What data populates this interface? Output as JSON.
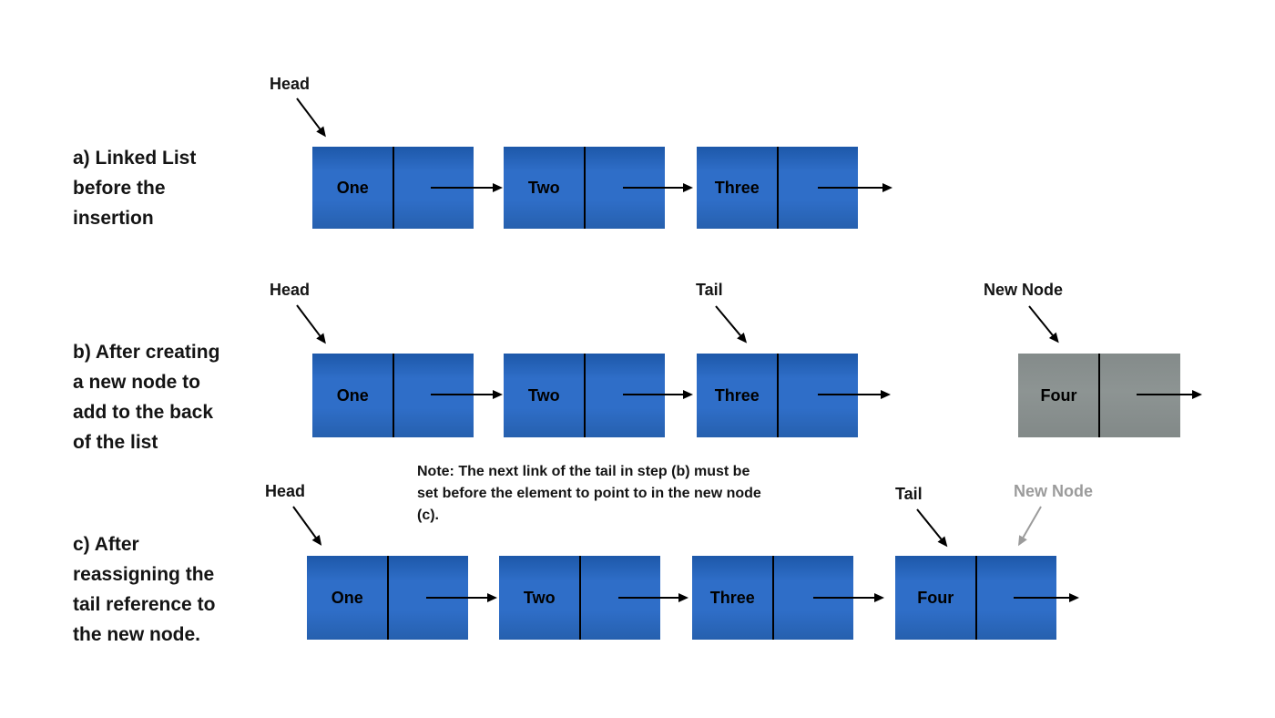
{
  "colors": {
    "node_blue_top": "#1d58a9",
    "node_blue_mid": "#2f6ec8",
    "node_blue_bottom": "#2660ae",
    "node_gray_top": "#848b8a",
    "node_gray_mid": "#8d9493",
    "gray_label": "#9b9b9b",
    "arrow": "#000000",
    "text": "#141414"
  },
  "steps": {
    "a": {
      "caption": "a) Linked List\nbefore the\ninsertion",
      "head_label": "Head",
      "nodes": [
        {
          "label": "One"
        },
        {
          "label": "Two"
        },
        {
          "label": "Three"
        }
      ]
    },
    "b": {
      "caption": "b) After creating\na new node to\nadd to the back\nof the list",
      "head_label": "Head",
      "tail_label": "Tail",
      "new_node_label": "New Node",
      "nodes": [
        {
          "label": "One"
        },
        {
          "label": "Two"
        },
        {
          "label": "Three"
        },
        {
          "label": "Four",
          "is_new": true
        }
      ]
    },
    "c": {
      "caption": "c) After\nreassigning the\ntail reference to\nthe new node.",
      "head_label": "Head",
      "tail_label": "Tail",
      "new_node_label": "New Node",
      "nodes": [
        {
          "label": "One"
        },
        {
          "label": "Two"
        },
        {
          "label": "Three"
        },
        {
          "label": "Four",
          "is_new": true
        }
      ]
    }
  },
  "note": "Note: The next link of the tail in step (b) must be\nset before the element to point to in the new node\n(c)."
}
